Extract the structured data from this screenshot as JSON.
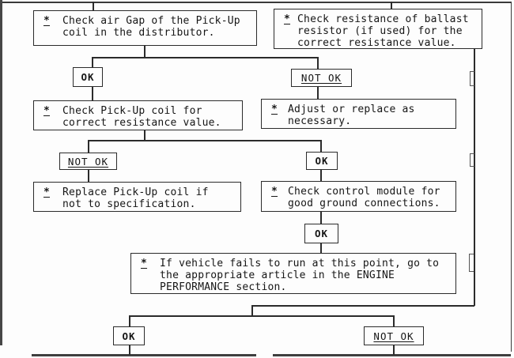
{
  "marker": {
    "asterisk": "*"
  },
  "boxes": [
    {
      "id": "check-air-gap",
      "lines": [
        "Check air Gap of the Pick-Up",
        "coil in the distributor."
      ]
    },
    {
      "id": "check-ballast-resistor",
      "lines": [
        "Check resistance of ballast",
        "resistor (if used) for the",
        "correct resistance value."
      ]
    },
    {
      "id": "check-pickup-coil-resistance",
      "lines": [
        "Check Pick-Up coil for",
        "correct resistance value."
      ]
    },
    {
      "id": "adjust-or-replace",
      "lines": [
        "Adjust or replace as",
        "necessary."
      ]
    },
    {
      "id": "replace-pickup-coil",
      "lines": [
        "Replace Pick-Up coil if",
        "not to specification."
      ]
    },
    {
      "id": "check-control-module",
      "lines": [
        "Check control module for",
        "good ground connections."
      ]
    },
    {
      "id": "engine-performance-note",
      "lines": [
        "If vehicle fails to run at this point, go to",
        "the appropriate article in the ENGINE",
        "PERFORMANCE section."
      ]
    }
  ],
  "tags": [
    {
      "text": "OK"
    },
    {
      "text": "NOT OK"
    },
    {
      "text": "NOT OK"
    },
    {
      "text": "OK"
    },
    {
      "text": "OK"
    },
    {
      "text": "OK"
    },
    {
      "text": "NOT OK"
    }
  ],
  "colors": {
    "line": "#2b2b2b",
    "background": "#fdfdfd",
    "text": "#161616"
  }
}
